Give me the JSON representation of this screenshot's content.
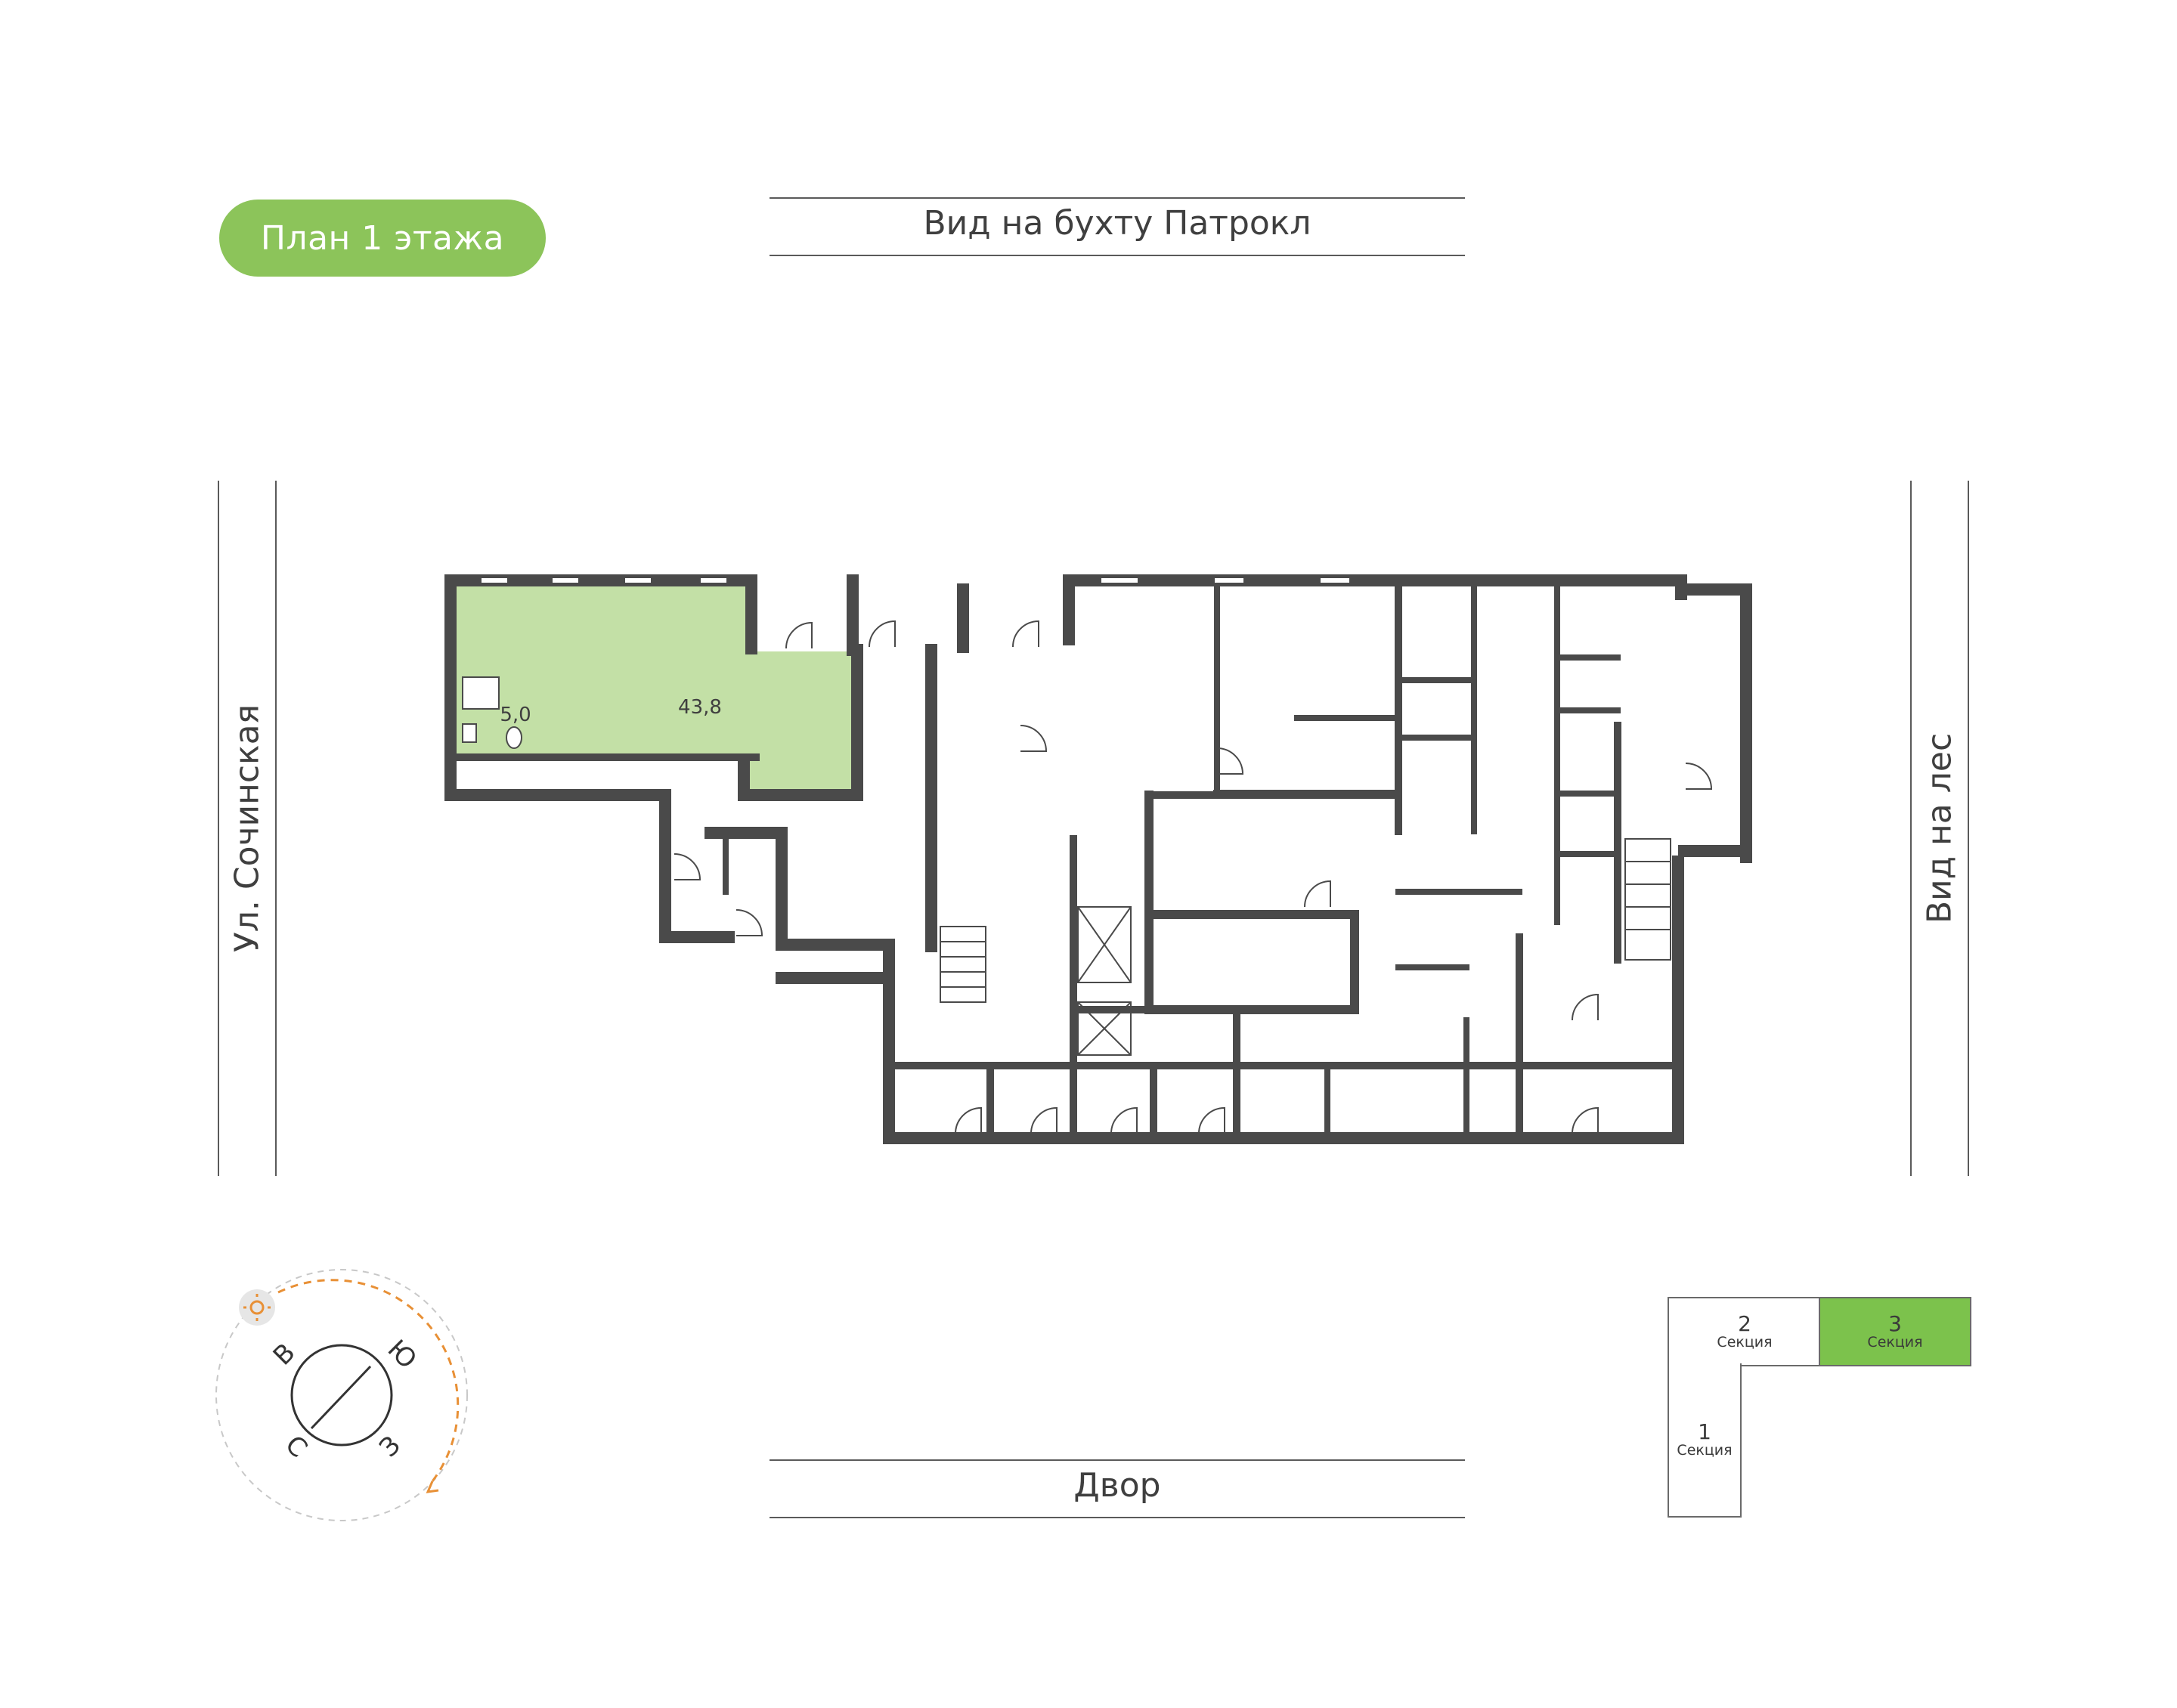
{
  "plan": {
    "title": "План 1 этажа",
    "accent_color": "#8cc45a",
    "wall_color": "#4a4a4a",
    "unit_fill_color": "#c3e0a6"
  },
  "views": {
    "top": "Вид на бухту Патрокл",
    "bottom": "Двор",
    "left": "Ул. Сочинская",
    "right": "Вид на лес"
  },
  "units": [
    {
      "area": "5,0"
    },
    {
      "area": "43,8"
    }
  ],
  "compass": {
    "letters": [
      "В",
      "Ю",
      "З",
      "С"
    ],
    "icons": [
      "sun-icon",
      "arrow-icon"
    ]
  },
  "sections": [
    {
      "number": "2",
      "label": "Секция",
      "active": false
    },
    {
      "number": "3",
      "label": "Секция",
      "active": true
    },
    {
      "number": "1",
      "label": "Секция",
      "active": false
    }
  ]
}
